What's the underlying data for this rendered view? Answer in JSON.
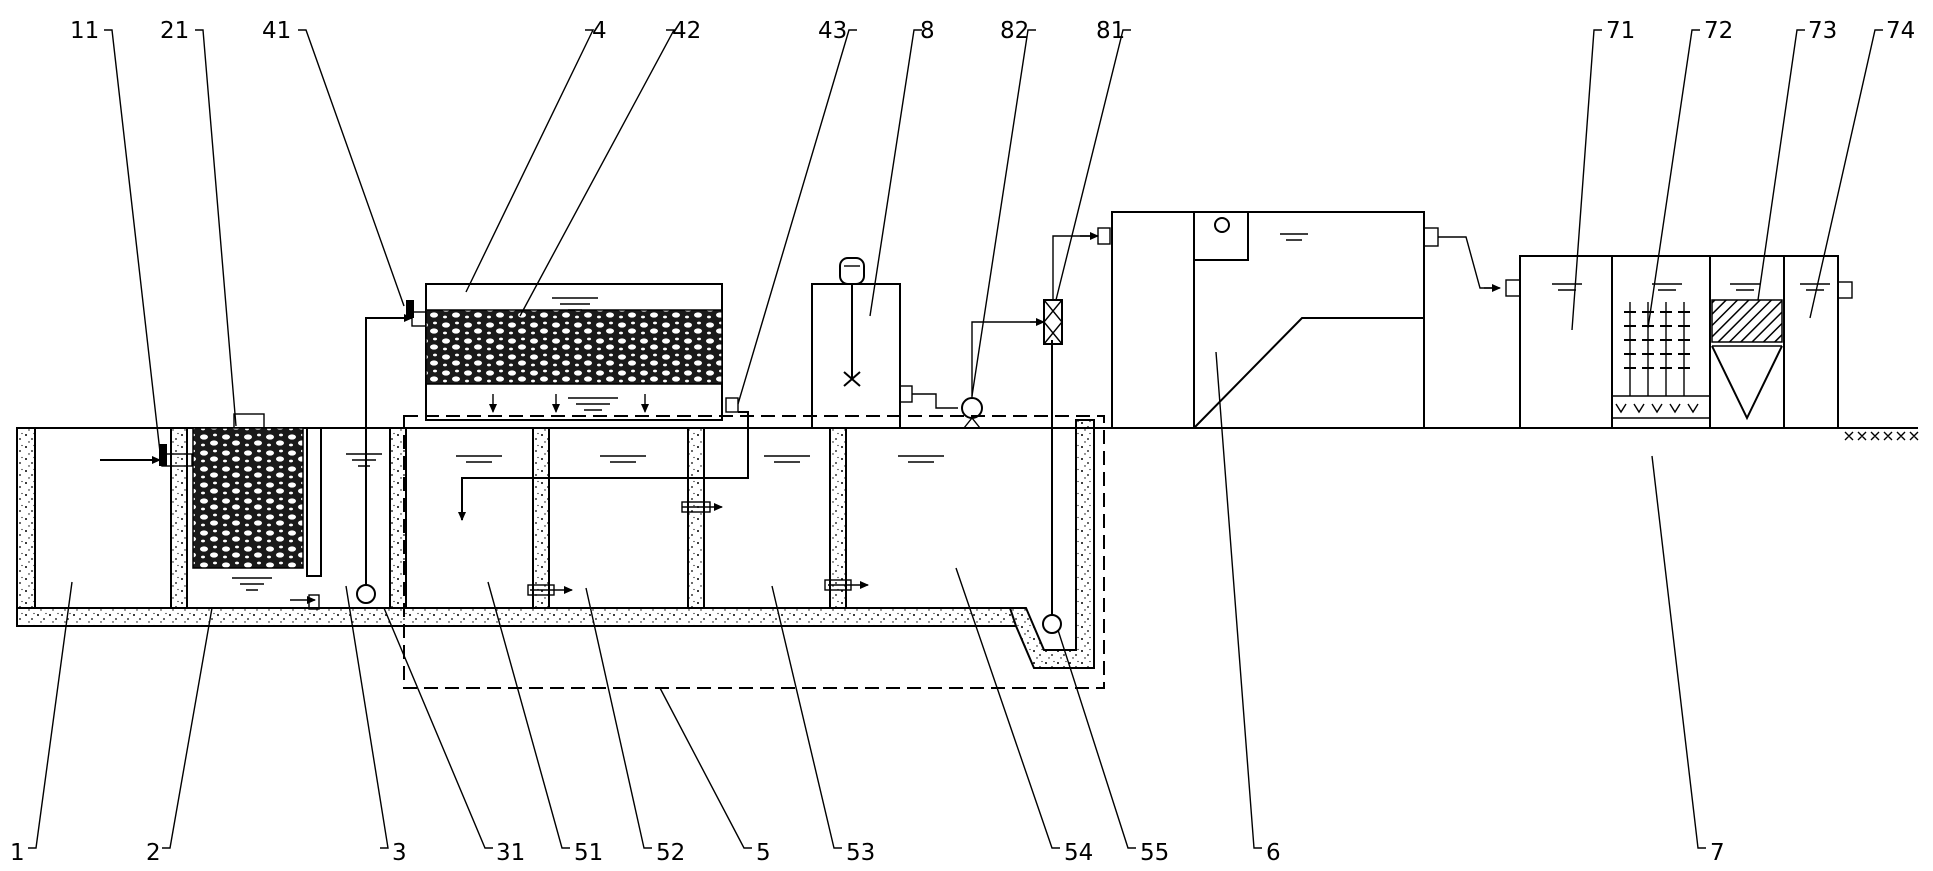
{
  "labels_top": {
    "l11": "11",
    "l21": "21",
    "l41": "41",
    "l4": "4",
    "l42": "42",
    "l43": "43",
    "l8": "8",
    "l82": "82",
    "l81": "81",
    "l71": "71",
    "l72": "72",
    "l73": "73",
    "l74": "74"
  },
  "labels_bottom": {
    "l1": "1",
    "l2": "2",
    "l3": "3",
    "l31": "31",
    "l51": "51",
    "l52": "52",
    "l5": "5",
    "l53": "53",
    "l54": "54",
    "l55": "55",
    "l6": "6",
    "l7": "7"
  },
  "colors": {
    "line": "#000000",
    "background": "#ffffff",
    "fill": "#1a1a1a"
  }
}
